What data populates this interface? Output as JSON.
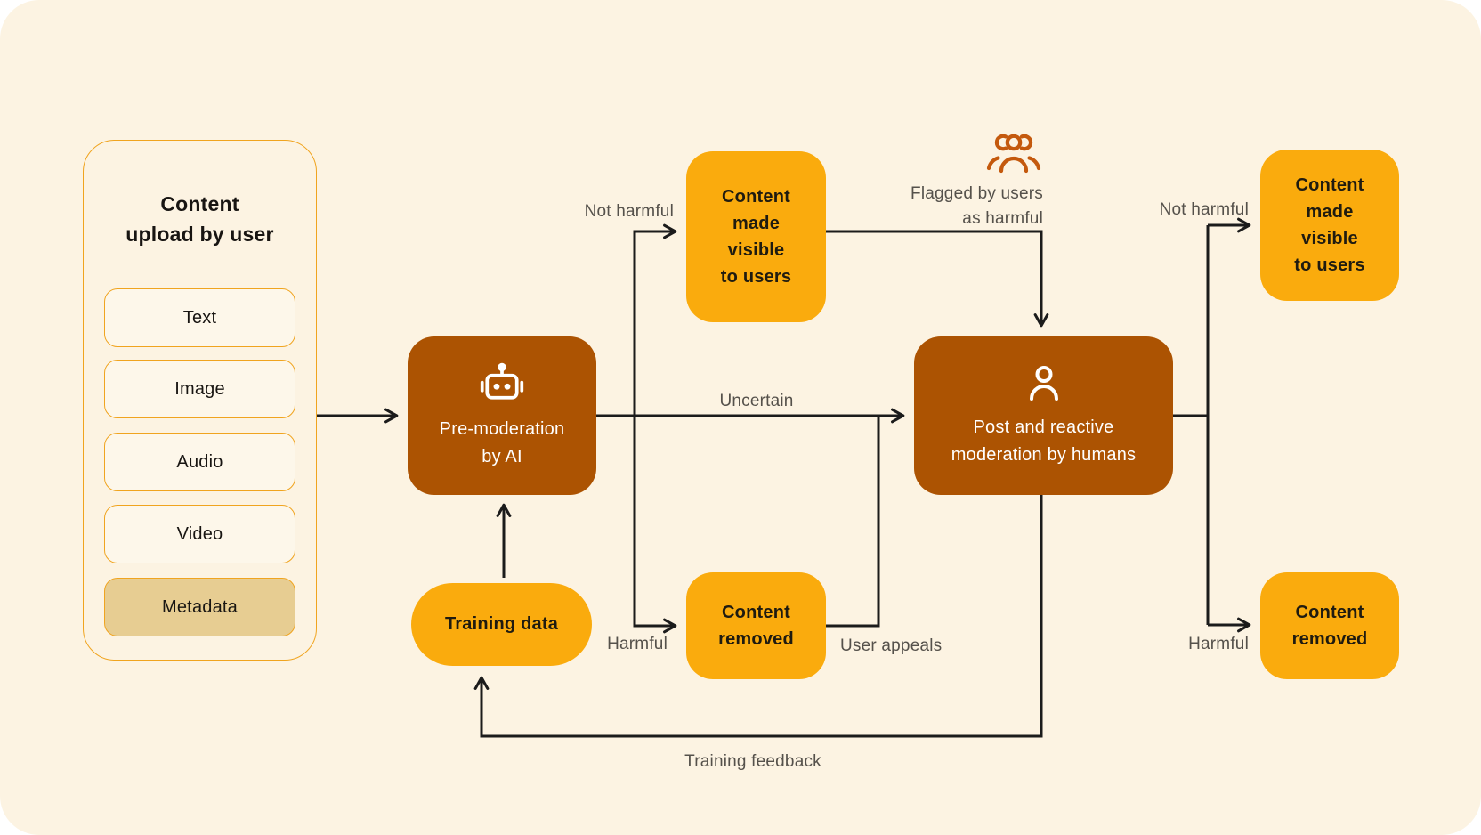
{
  "colors": {
    "page_bg": "#FFFFFF",
    "card_bg": "#FCF3E2",
    "accent_yellow": "#FAAB0D",
    "accent_brown": "#AC5302",
    "metadata_tan": "#E7CD92",
    "panel_border_orange": "#F0A41F",
    "line_black": "#1B1B1B",
    "label_gray": "#55514B",
    "people_icon_orange": "#C4590D"
  },
  "upload_panel": {
    "title": "Content\nupload by user",
    "items": [
      {
        "label": "Text",
        "variant": "plain"
      },
      {
        "label": "Image",
        "variant": "plain"
      },
      {
        "label": "Audio",
        "variant": "plain"
      },
      {
        "label": "Video",
        "variant": "plain"
      },
      {
        "label": "Metadata",
        "variant": "highlighted"
      }
    ]
  },
  "nodes": {
    "pre_moderation": {
      "label": "Pre-moderation\nby AI",
      "icon": "robot-icon"
    },
    "training_data": {
      "label": "Training data"
    },
    "content_visible_mid": {
      "label": "Content\nmade\nvisible\nto users"
    },
    "content_removed_mid": {
      "label": "Content\nremoved"
    },
    "human_moderation": {
      "label": "Post and reactive\nmoderation by humans",
      "icon": "person-icon"
    },
    "content_visible_right": {
      "label": "Content\nmade\nvisible\nto users"
    },
    "content_removed_right": {
      "label": "Content\nremoved"
    }
  },
  "edge_labels": {
    "not_harmful_left": "Not harmful",
    "uncertain": "Uncertain",
    "harmful_left": "Harmful",
    "flagged_by_users": "Flagged by users\nas harmful",
    "user_appeals": "User appeals",
    "not_harmful_right": "Not harmful",
    "harmful_right": "Harmful",
    "training_feedback": "Training feedback"
  },
  "icons": {
    "robot": "robot-icon",
    "person": "person-icon",
    "people": "people-icon"
  }
}
